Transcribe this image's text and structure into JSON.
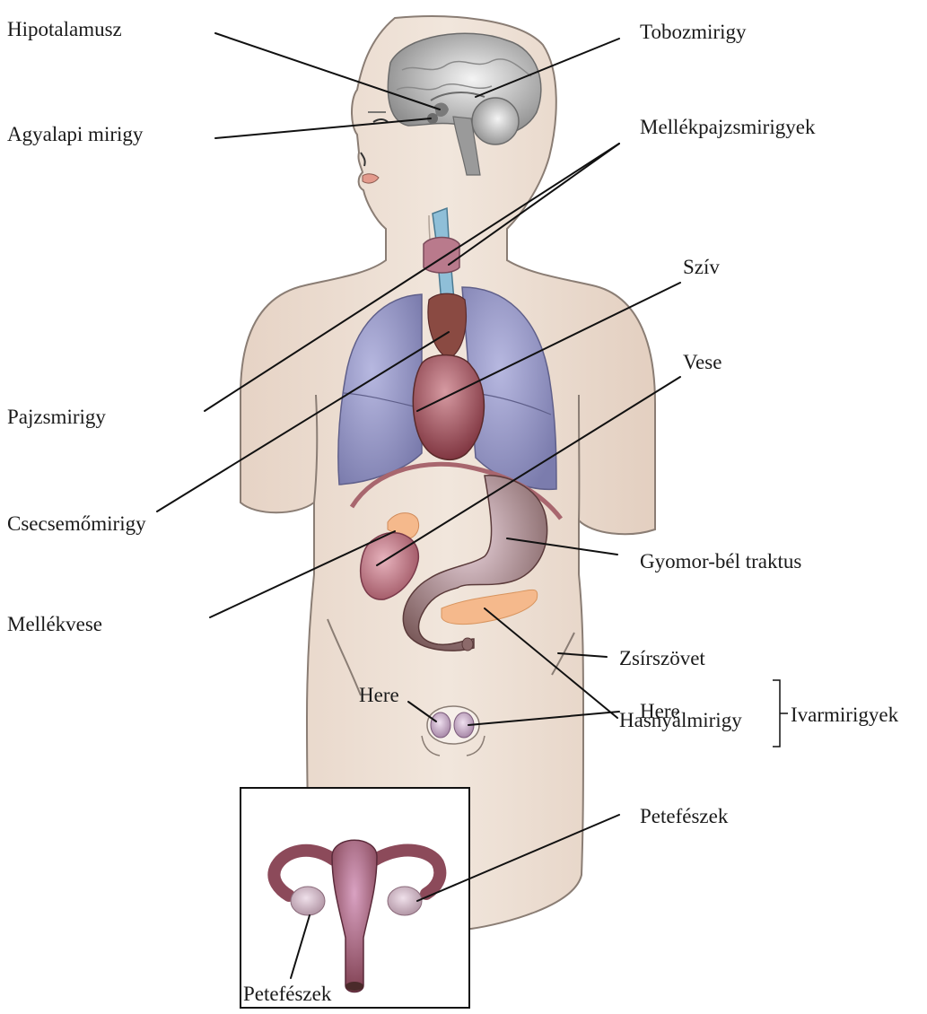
{
  "labels": {
    "hipotalamusz": "Hipotalamusz",
    "agyalapi_mirigy": "Agyalapi mirigy",
    "tobozmirigy": "Tobozmirigy",
    "mellekpajzsmirigyek": "Mellékpajzsmirigyek",
    "sziv": "Szív",
    "vese": "Vese",
    "pajzsmirigy": "Pajzsmirigy",
    "csecsemomirigy": "Csecsemőmirigy",
    "mellekvese": "Mellékvese",
    "gyomor_bel_traktus": "Gyomor-bél traktus",
    "zsirszovet": "Zsírszövet",
    "hasnyalmirigy": "Hasnyálmirigy",
    "here_left": "Here",
    "here_right": "Here",
    "petefeszek_right": "Petefészek",
    "ivarmirigyek": "Ivarmirigyek",
    "petefeszek_inset": "Petefészek"
  },
  "colors": {
    "skin": "#efe2d6",
    "skin_outline": "#8a7d74",
    "brain": "#b8b8b8",
    "lung": "#8e8fbf",
    "heart": "#8c3d48",
    "thyroid": "#a86a78",
    "trachea": "#8fbfd8",
    "stomach": "#8c6a6a",
    "pancreas": "#f5b98c",
    "kidney": "#b86a78",
    "uterus": "#8c4a5a",
    "ovary": "#c6a7b8"
  }
}
